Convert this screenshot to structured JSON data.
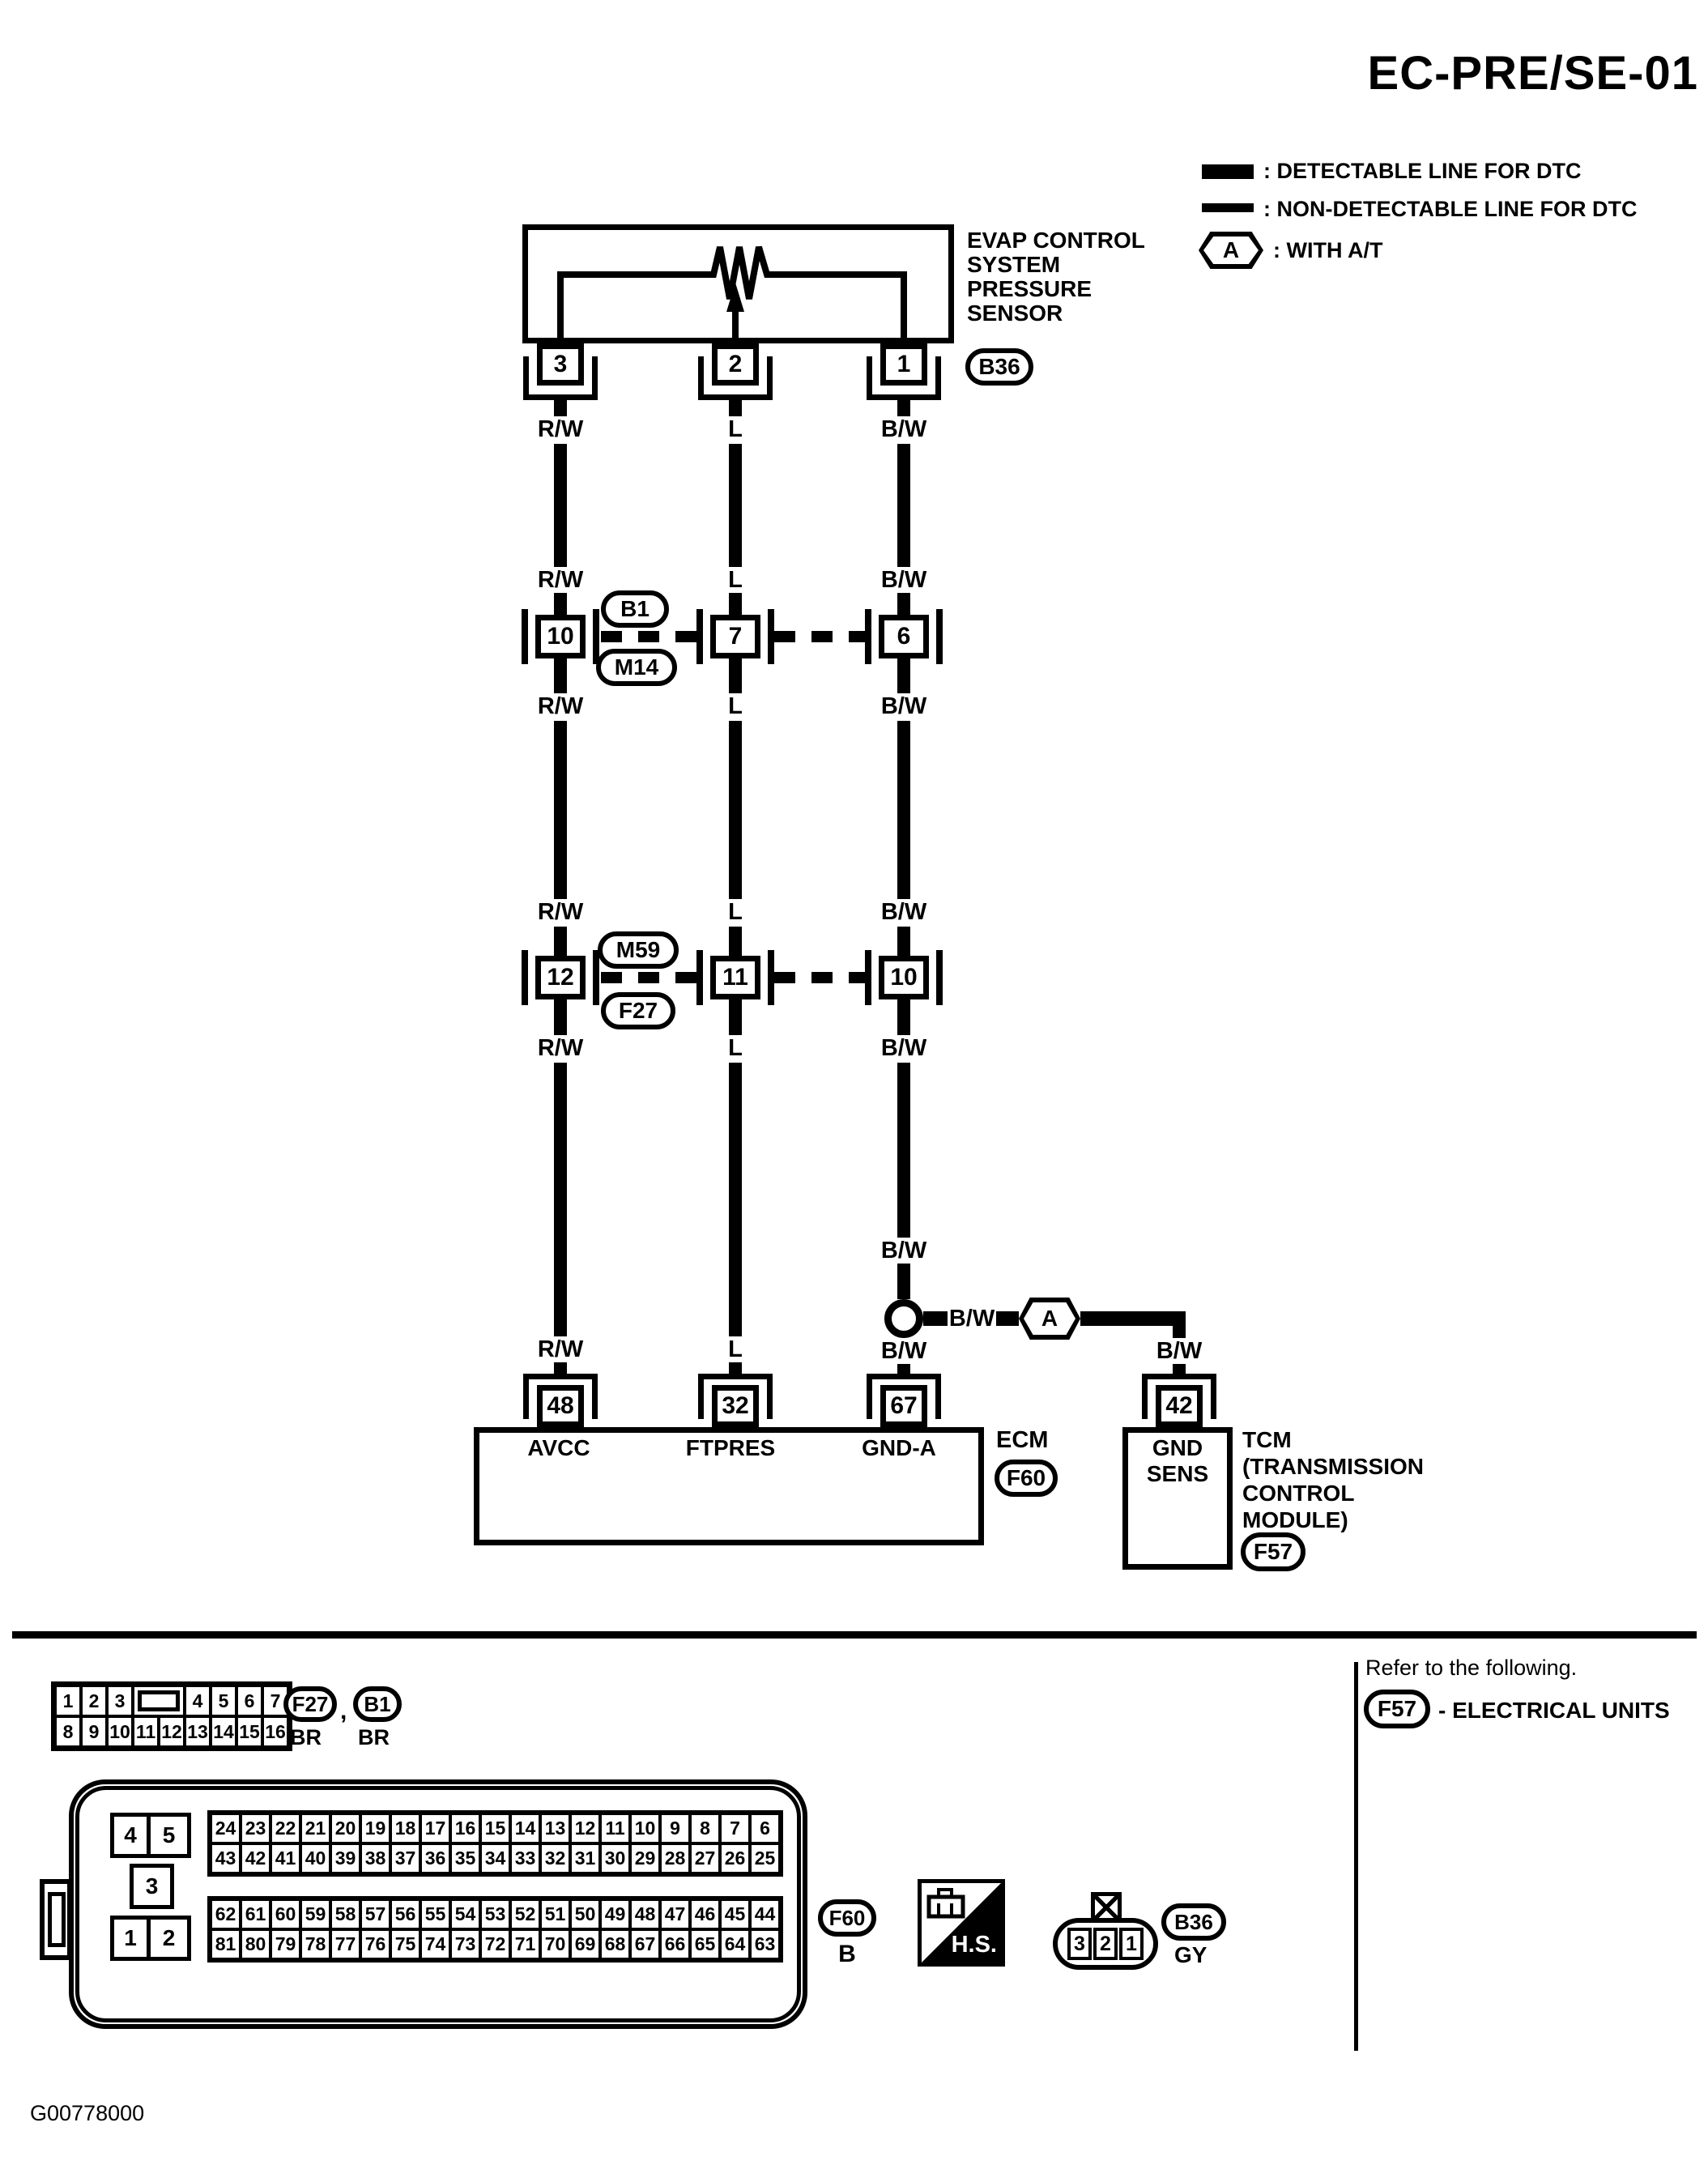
{
  "title": "EC-PRE/SE-01",
  "legend": {
    "detectable_label": ": DETECTABLE LINE FOR DTC",
    "non_detectable_label": ": NON-DETECTABLE LINE FOR DTC",
    "with_at_label": ": WITH A/T",
    "at_symbol": "A"
  },
  "wire_labels": {
    "rw": "R/W",
    "l": "L",
    "bw": "B/W"
  },
  "sensor": {
    "name_line1": "EVAP CONTROL",
    "name_line2": "SYSTEM",
    "name_line3": "PRESSURE",
    "name_line4": "SENSOR",
    "connector_id": "B36",
    "pin_left": "3",
    "pin_mid": "2",
    "pin_right": "1"
  },
  "junction_row1": {
    "pin_left": "10",
    "pin_mid": "7",
    "pin_right": "6",
    "connector_top": "B1",
    "connector_bottom": "M14"
  },
  "junction_row2": {
    "pin_left": "12",
    "pin_mid": "11",
    "pin_right": "10",
    "connector_top": "M59",
    "connector_bottom": "F27"
  },
  "branch": {
    "at_symbol": "A"
  },
  "ecm": {
    "pin_left": "48",
    "pin_mid": "32",
    "pin_right": "67",
    "fn_left": "AVCC",
    "fn_mid": "FTPRES",
    "fn_right": "GND-A",
    "name": "ECM",
    "connector_id": "F60"
  },
  "tcm": {
    "pin": "42",
    "fn_line1": "GND",
    "fn_line2": "SENS",
    "name_line1": "TCM",
    "name_line2": "(TRANSMISSION",
    "name_line3": "CONTROL",
    "name_line4": "MODULE)",
    "connector_id": "F57"
  },
  "bottom": {
    "refer_title": "Refer to the following.",
    "refer_connector": "F57",
    "refer_text": "- ELECTRICAL UNITS",
    "doc_number": "G00778000",
    "conn16": {
      "row1": [
        "1",
        "2",
        "3",
        "",
        "4",
        "5",
        "6",
        "7"
      ],
      "row2": [
        "8",
        "9",
        "10",
        "11",
        "12",
        "13",
        "14",
        "15",
        "16"
      ],
      "oval1": "F27",
      "comma": ",",
      "oval2": "B1",
      "color1": "BR",
      "color2": "BR"
    },
    "ecm_connector": {
      "left_top": [
        "4",
        "5"
      ],
      "left_mid": [
        "3"
      ],
      "left_bottom": [
        "1",
        "2"
      ],
      "grid_top_row1": [
        "24",
        "23",
        "22",
        "21",
        "20",
        "19",
        "18",
        "17",
        "16",
        "15",
        "14",
        "13",
        "12",
        "11",
        "10",
        "9",
        "8",
        "7",
        "6"
      ],
      "grid_top_row2": [
        "43",
        "42",
        "41",
        "40",
        "39",
        "38",
        "37",
        "36",
        "35",
        "34",
        "33",
        "32",
        "31",
        "30",
        "29",
        "28",
        "27",
        "26",
        "25"
      ],
      "grid_bot_row1": [
        "62",
        "61",
        "60",
        "59",
        "58",
        "57",
        "56",
        "55",
        "54",
        "53",
        "52",
        "51",
        "50",
        "49",
        "48",
        "47",
        "46",
        "45",
        "44"
      ],
      "grid_bot_row2": [
        "81",
        "80",
        "79",
        "78",
        "77",
        "76",
        "75",
        "74",
        "73",
        "72",
        "71",
        "70",
        "69",
        "68",
        "67",
        "66",
        "65",
        "64",
        "63"
      ],
      "connector_id": "F60",
      "color": "B"
    },
    "hs_label": "H.S.",
    "b36_connector": {
      "cells": [
        "3",
        "2",
        "1"
      ],
      "connector_id": "B36",
      "color": "GY"
    }
  }
}
